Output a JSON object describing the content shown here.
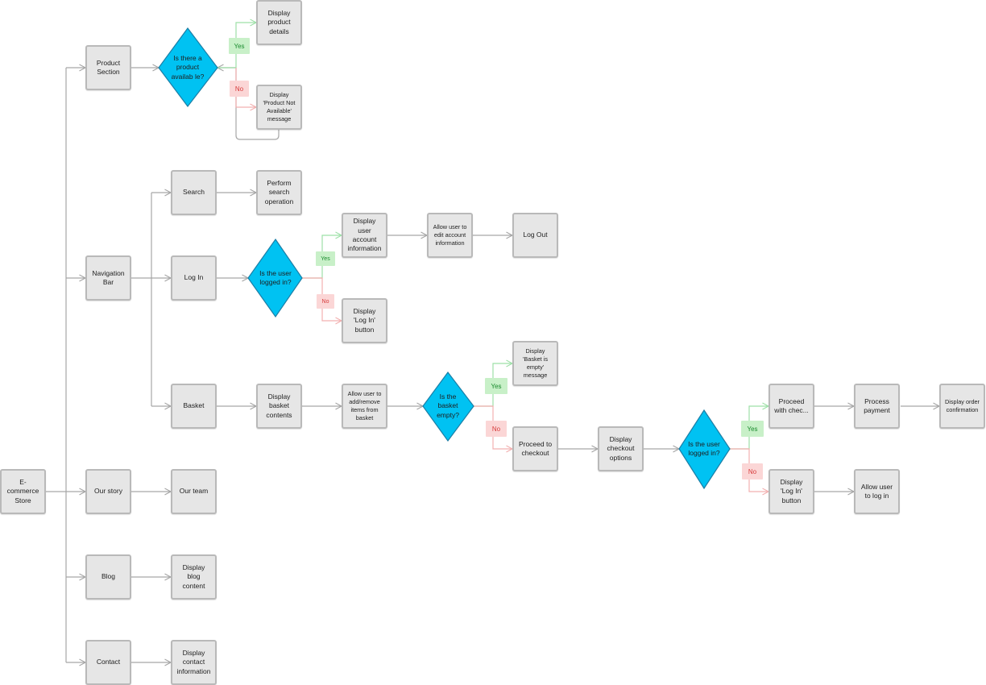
{
  "colors": {
    "node_fill": "#e6e6e6",
    "node_border": "#b9b9b9",
    "decision_fill": "#00c2f2",
    "decision_border": "#1b7ea6",
    "connector": "#a6a6a6",
    "yes_connector": "#9ee0a8",
    "no_connector": "#f2b0b0"
  },
  "nodes": {
    "ecommerce_store": "E-commerce Store",
    "product_section": "Product Section",
    "display_product_details": "Display product details",
    "display_product_not_available": "Display 'Product Not Available' message",
    "navigation_bar": "Navigation Bar",
    "search": "Search",
    "perform_search": "Perform search operation",
    "log_in": "Log In",
    "display_user_account": "Display user account information",
    "allow_edit_account": "Allow user to edit account information",
    "log_out": "Log Out",
    "display_login_button_1": "Display 'Log In' button",
    "basket": "Basket",
    "display_basket_contents": "Display basket contents",
    "allow_add_remove": "Allow user to add/remove items from basket",
    "display_basket_empty": "Display 'Basket is empty' message",
    "proceed_to_checkout": "Proceed to checkout",
    "display_checkout_options": "Display checkout options",
    "proceed_with_checkout": "Proceed with chec...",
    "process_payment": "Process payment",
    "display_order_confirmation": "Display order confirmation",
    "display_login_button_2": "Display 'Log In' button",
    "allow_user_log_in": "Allow user to log in",
    "our_story": "Our story",
    "our_team": "Our team",
    "blog": "Blog",
    "display_blog_content": "Display blog content",
    "contact": "Contact",
    "display_contact_info": "Display contact information"
  },
  "decisions": {
    "product_available": "Is there a product availab le?",
    "user_logged_in_1": "Is the user logged in?",
    "basket_empty": "Is the basket empty?",
    "user_logged_in_2": "Is the user logged in?"
  },
  "labels": {
    "yes": "Yes",
    "no": "No"
  }
}
